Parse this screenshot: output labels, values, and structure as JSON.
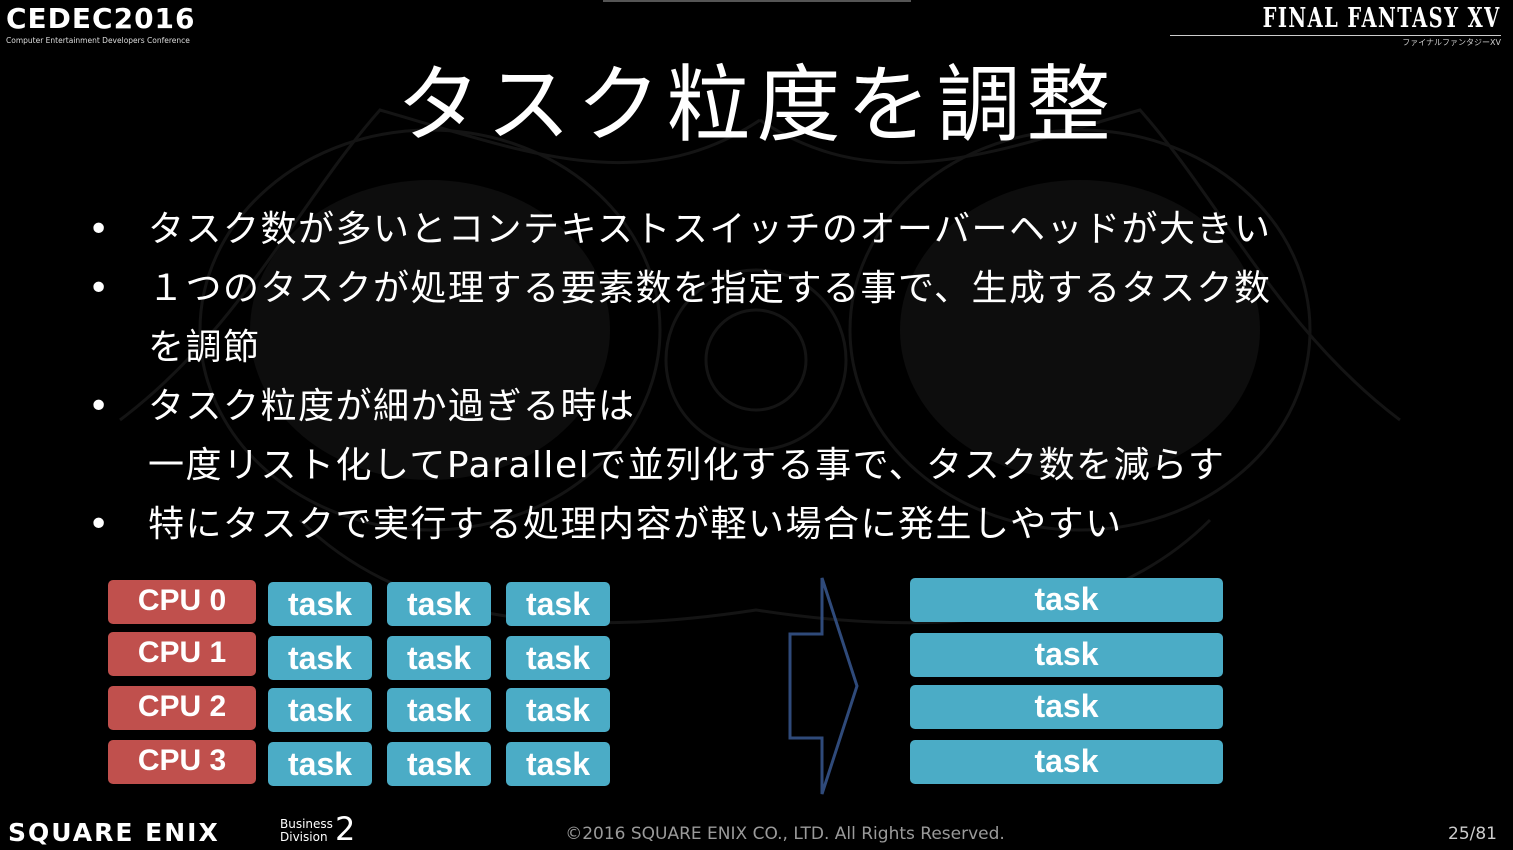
{
  "header": {
    "cedec_logo": "CEDEC2016",
    "cedec_tagline": "Computer Entertainment Developers Conference",
    "ff_logo": "FINAL FANTASY XV",
    "ff_logo_sub": "ファイナルファンタジーXV"
  },
  "slide": {
    "title": "タスク粒度を調整",
    "bullets": [
      "タスク数が多いとコンテキストスイッチのオーバーヘッドが大きい",
      "１つのタスクが処理する要素数を指定する事で、生成するタスク数\nを調節",
      "タスク粒度が細か過ぎる時は\n一度リスト化してParallelで並列化する事で、タスク数を減らす",
      "特にタスクで実行する処理内容が軽い場合に発生しやすい"
    ],
    "bullet_marker": "•"
  },
  "diagram": {
    "before": [
      {
        "cpu": "CPU 0",
        "tasks": [
          "task",
          "task",
          "task"
        ]
      },
      {
        "cpu": "CPU 1",
        "tasks": [
          "task",
          "task",
          "task"
        ]
      },
      {
        "cpu": "CPU 2",
        "tasks": [
          "task",
          "task",
          "task"
        ]
      },
      {
        "cpu": "CPU 3",
        "tasks": [
          "task",
          "task",
          "task"
        ]
      }
    ],
    "after": [
      "task",
      "task",
      "task",
      "task"
    ],
    "colors": {
      "cpu": "#c0504d",
      "task": "#4bacc6",
      "arrow_stroke": "#2f4a7a"
    }
  },
  "footer": {
    "company_logo": "SQUARE ENIX",
    "division_text": "Business\nDivision",
    "division_number": "2",
    "copyright": "©2016 SQUARE ENIX CO., LTD. All Rights Reserved.",
    "page_number": "25/81"
  }
}
